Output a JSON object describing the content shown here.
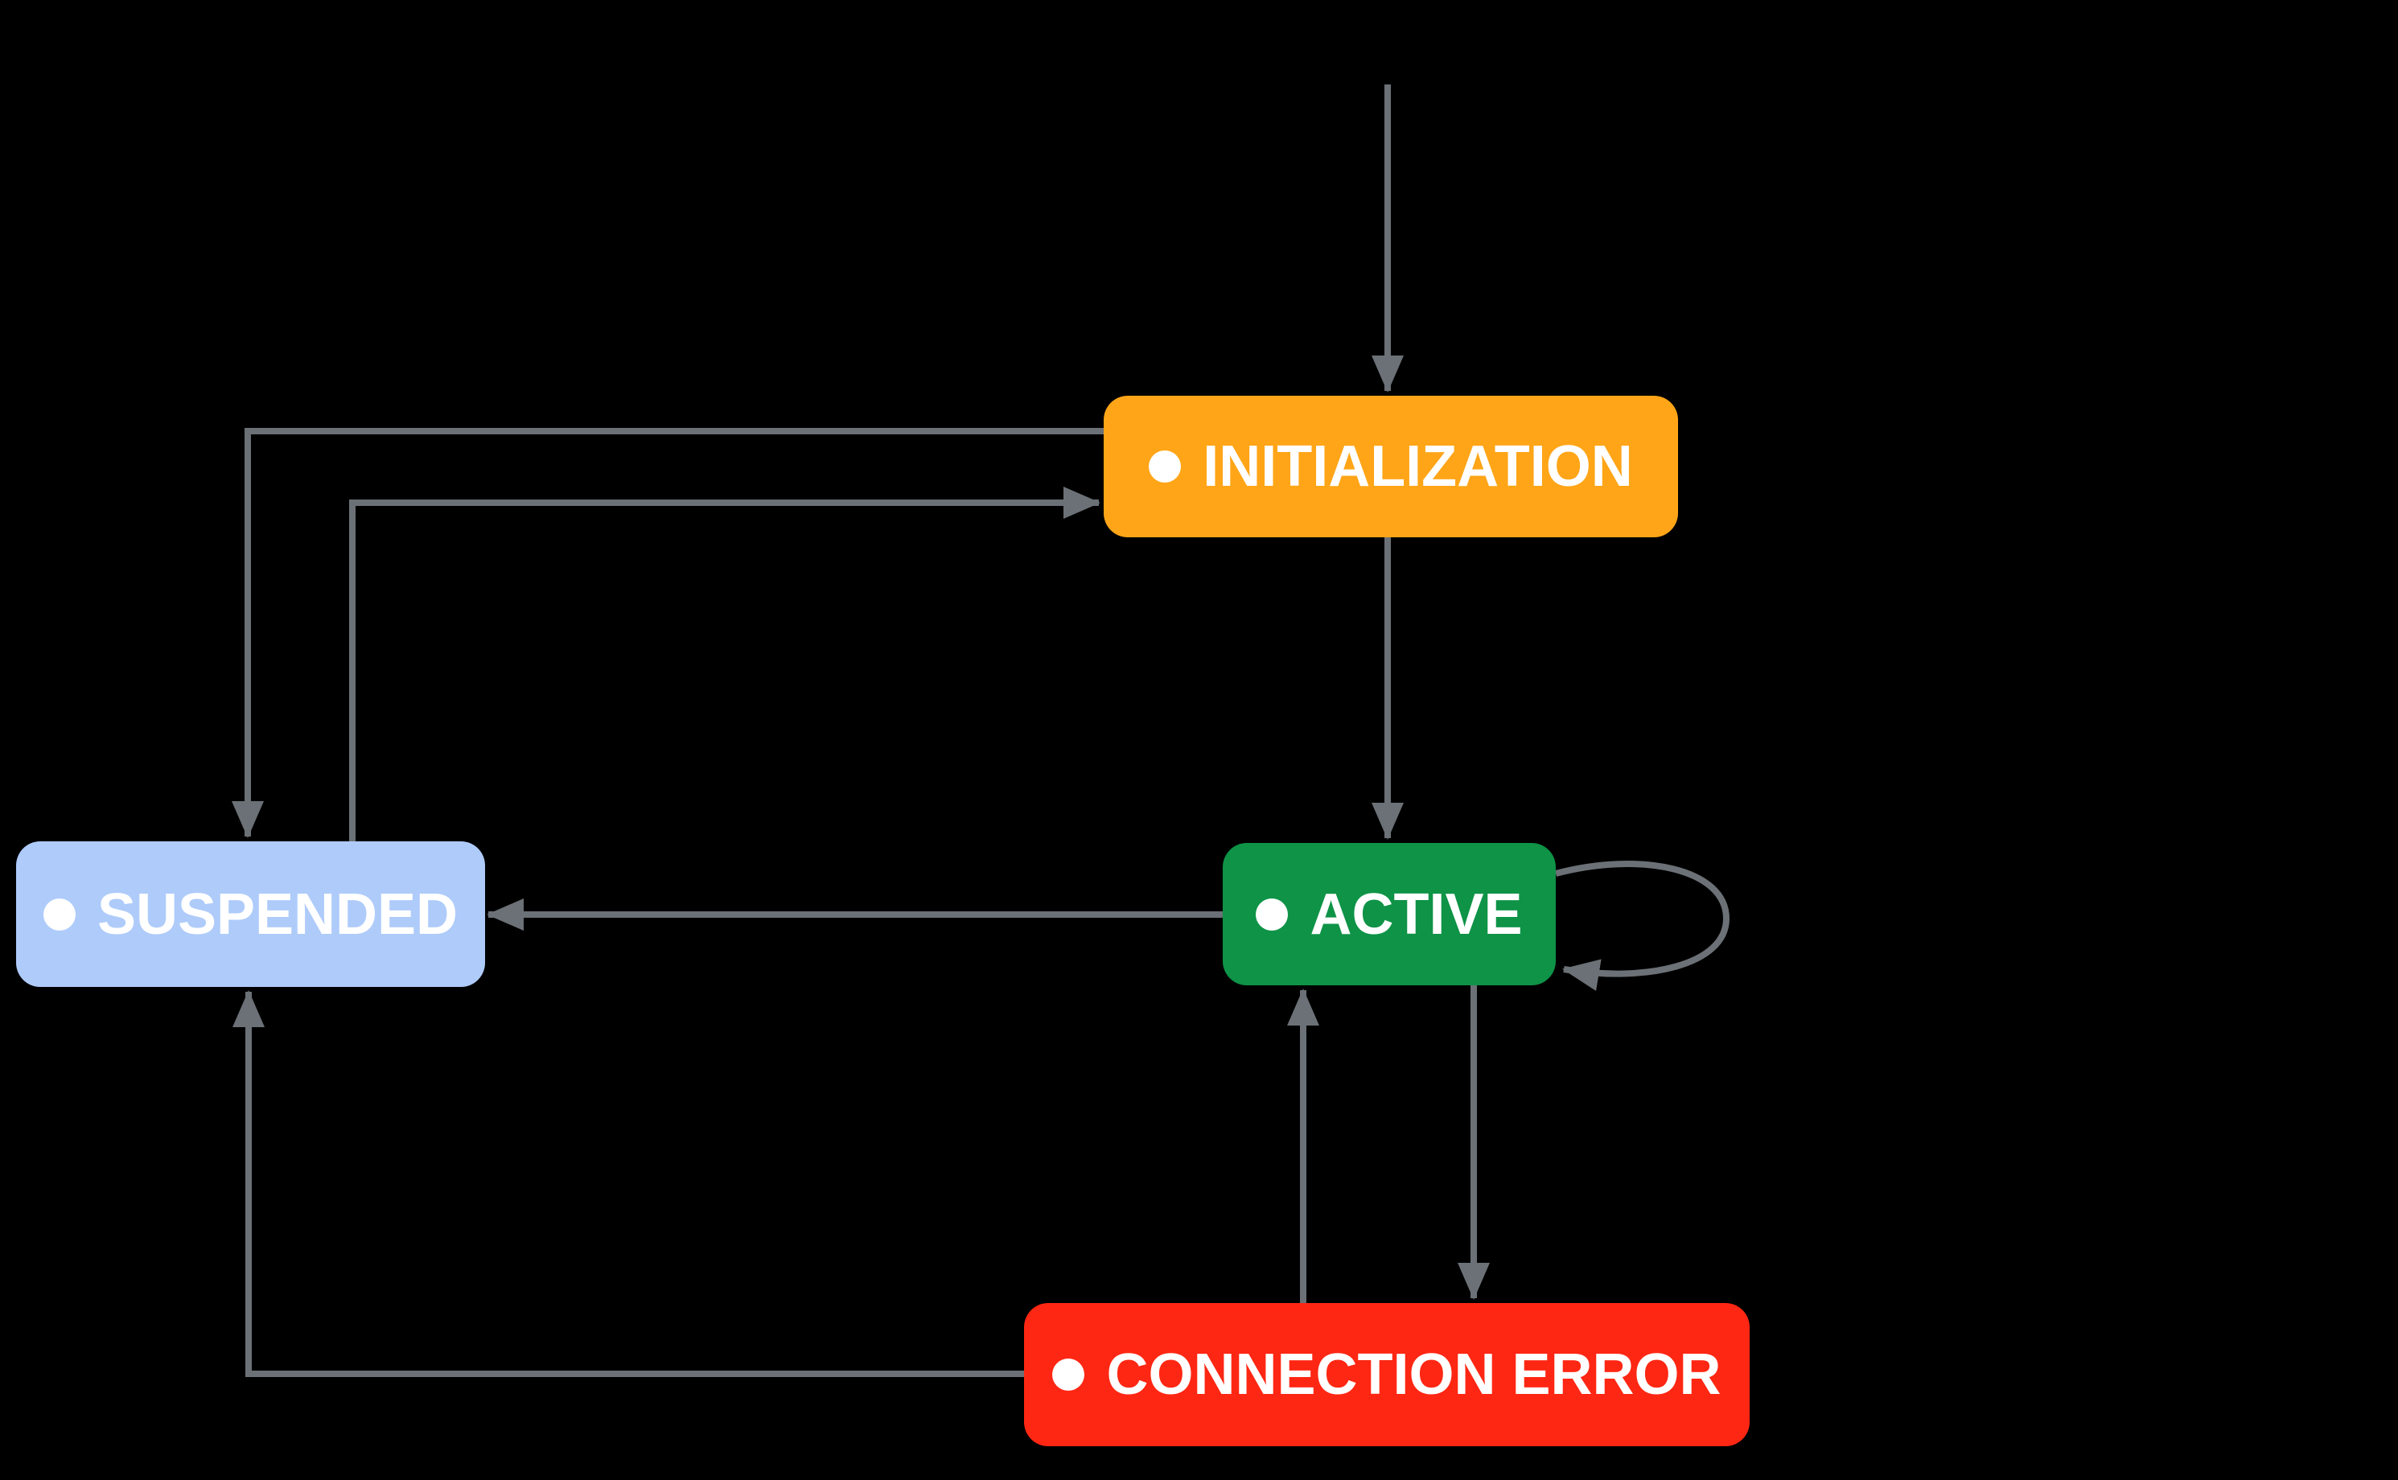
{
  "diagram": {
    "type": "state-machine",
    "background_color": "#000000",
    "edge_color": "#6B7176",
    "node_text_color": "#FFFFFF",
    "states": [
      {
        "id": "initialization",
        "label": "INITIALIZATION",
        "fill": "#FFA517"
      },
      {
        "id": "active",
        "label": "ACTIVE",
        "fill": "#0E9347"
      },
      {
        "id": "suspended",
        "label": "SUSPENDED",
        "fill": "#AECBFA"
      },
      {
        "id": "connection_error",
        "label": "CONNECTION ERROR",
        "fill": "#FE2713"
      }
    ],
    "transitions": [
      {
        "from": "__start__",
        "to": "initialization"
      },
      {
        "from": "initialization",
        "to": "active"
      },
      {
        "from": "initialization",
        "to": "suspended"
      },
      {
        "from": "suspended",
        "to": "initialization"
      },
      {
        "from": "active",
        "to": "suspended"
      },
      {
        "from": "active",
        "to": "active"
      },
      {
        "from": "active",
        "to": "connection_error"
      },
      {
        "from": "connection_error",
        "to": "active"
      },
      {
        "from": "connection_error",
        "to": "suspended"
      }
    ]
  }
}
